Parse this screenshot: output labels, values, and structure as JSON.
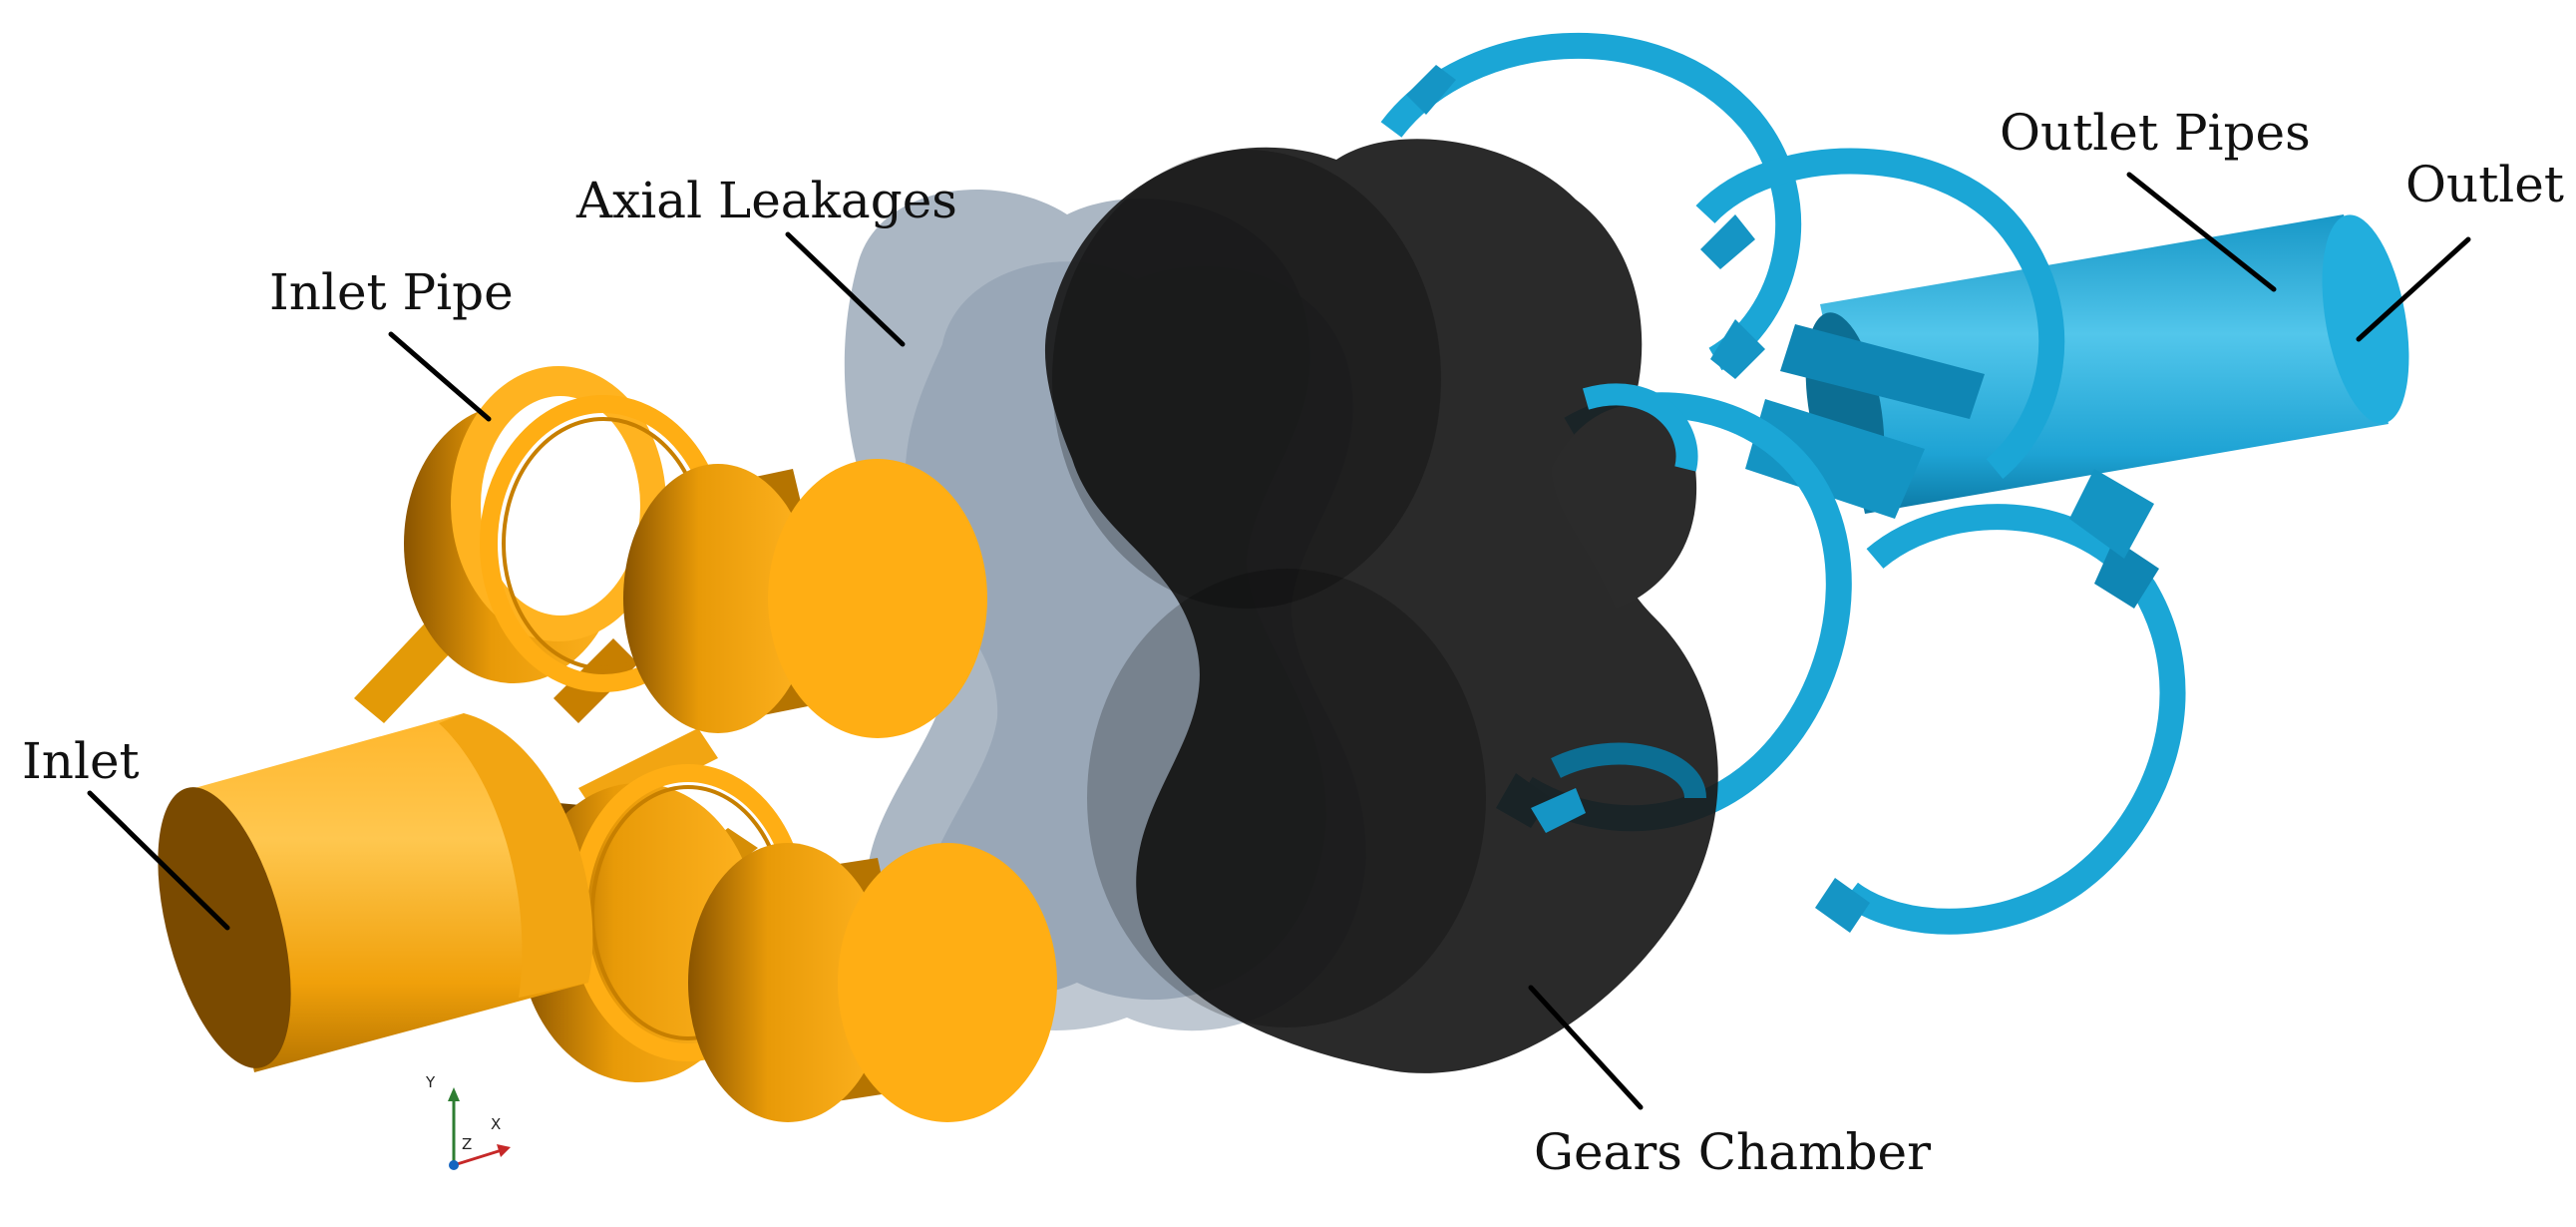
{
  "labels": {
    "inlet": "Inlet",
    "inlet_pipe": "Inlet Pipe",
    "axial_leakages": "Axial Leakages",
    "gears_chamber": "Gears Chamber",
    "outlet_pipes": "Outlet Pipes",
    "outlet": "Outlet"
  },
  "axes_triad": {
    "y": "Y",
    "x": "X",
    "z": "Z"
  },
  "colors": {
    "inlet_parts": "#FFAE14",
    "inlet_shade": "#C77F00",
    "inlet_dark": "#7A4A00",
    "axial_leakages": "#8A9BAD",
    "gears_chamber": "#1A1A1A",
    "outlet_parts": "#1BA6D6",
    "outlet_dark": "#0C6E93"
  }
}
